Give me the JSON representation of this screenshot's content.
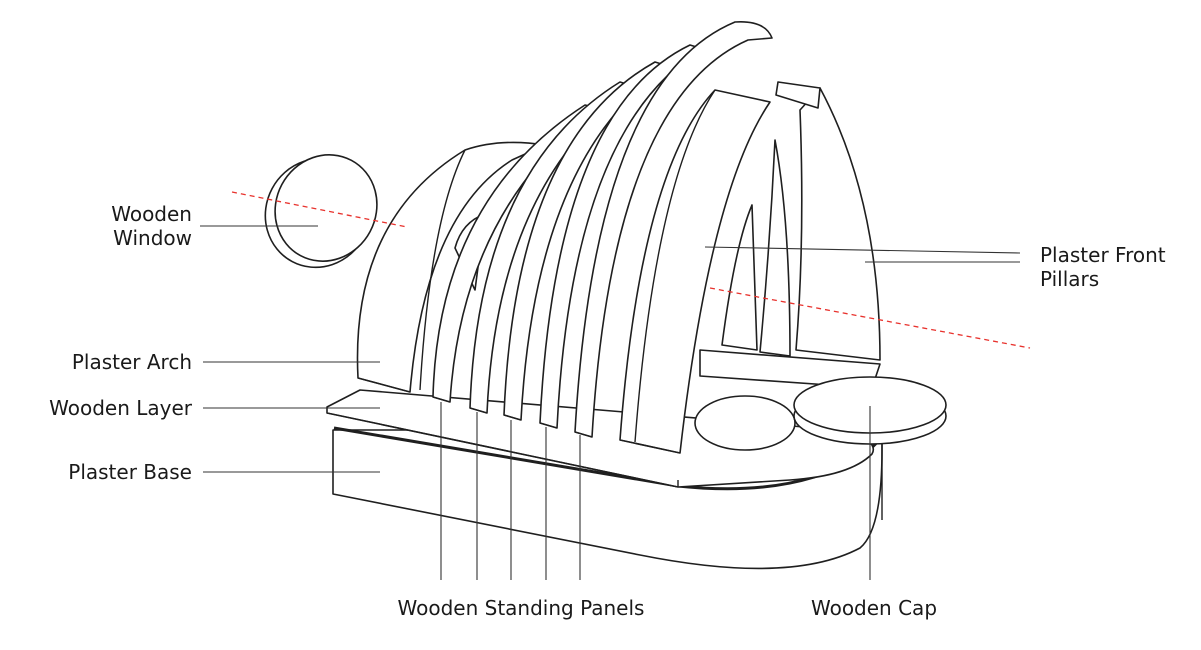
{
  "labels": {
    "wooden_window_line1": "Wooden",
    "wooden_window_line2": "Window",
    "plaster_arch": "Plaster Arch",
    "wooden_layer": "Wooden Layer",
    "plaster_base": "Plaster Base",
    "plaster_front_pillars_line1": "Plaster Front",
    "plaster_front_pillars_line2": "Pillars",
    "wooden_standing_panels": "Wooden Standing Panels",
    "wooden_cap": "Wooden Cap"
  },
  "colors": {
    "line": "#1f1f1f",
    "axis": "#e8322d",
    "text": "#1a1a1a"
  }
}
